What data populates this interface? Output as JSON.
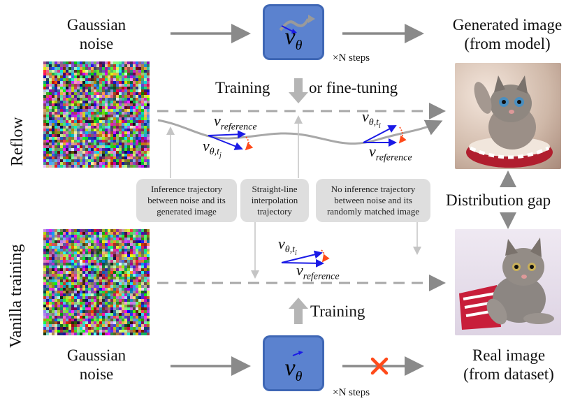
{
  "top": {
    "input_label": [
      "Gaussian",
      "noise"
    ],
    "output_label": [
      "Generated image",
      "(from model)"
    ],
    "model_symbol": "v",
    "model_subscript": "θ",
    "steps": "×N steps"
  },
  "bottom": {
    "input_label": [
      "Gaussian",
      "noise"
    ],
    "output_label": [
      "Real image",
      "(from dataset)"
    ],
    "model_symbol": "v",
    "model_subscript": "θ",
    "steps": "×N steps"
  },
  "side_labels": {
    "top": "Reflow",
    "bottom": "Vanilla training"
  },
  "training_top": {
    "left": "Training",
    "right": "or fine-tuning"
  },
  "training_bottom": "Training",
  "distribution_gap": "Distribution gap",
  "vectors": {
    "reference": "v",
    "reference_sub": "reference",
    "theta": "v",
    "theta_sub_j": "θ,t",
    "theta_sub_j2": "j",
    "theta_sub_i": "θ,t",
    "theta_sub_i2": "i"
  },
  "boxes": {
    "left": [
      "Inference trajectory",
      "between noise and its",
      "generated image"
    ],
    "middle": [
      "Straight-line",
      "interpolation",
      "trajectory"
    ],
    "right": [
      "No inference trajectory",
      "between noise and its",
      "randomly matched image"
    ]
  },
  "images": {
    "generated_kitten": "kitten-in-basket-generated",
    "real_kitten": "kitten-in-basket-real"
  },
  "colors": {
    "model_fill": "#5b82cf",
    "arrow_gray": "#8a8a8a",
    "vector_blue": "#1a1ae6",
    "diff_red": "#ff4a1a",
    "box_gray": "#dedede"
  }
}
